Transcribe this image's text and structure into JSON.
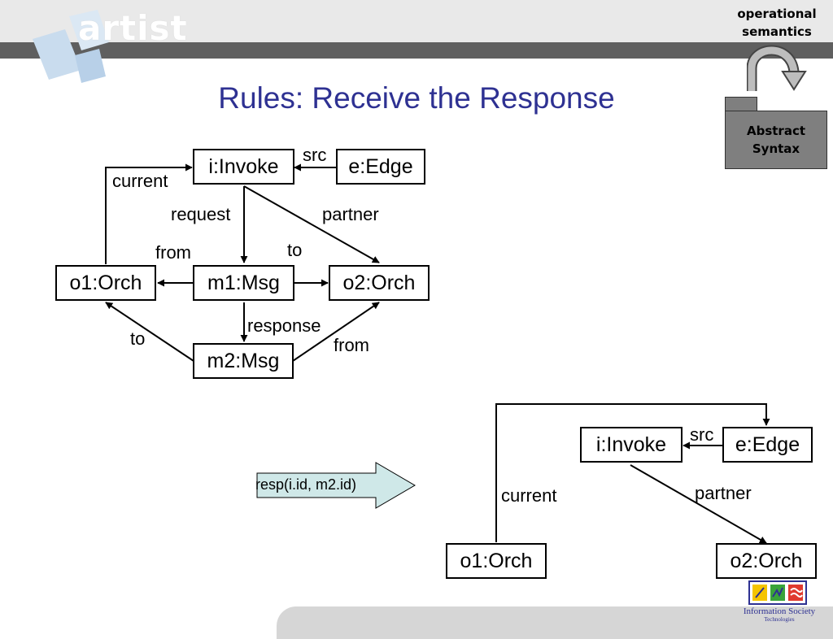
{
  "title": "Rules: Receive the Response",
  "logo": {
    "text": "artist",
    "icon": "artist-logo-icon"
  },
  "corner": {
    "operational_line1": "operational",
    "operational_line2": "semantics",
    "abstract_line1": "Abstract",
    "abstract_line2": "Syntax",
    "icon": "curved-arrow-icon"
  },
  "lhs": {
    "nodes": {
      "invoke": "i:Invoke",
      "edge": "e:Edge",
      "o1": "o1:Orch",
      "m1": "m1:Msg",
      "o2": "o2:Orch",
      "m2": "m2:Msg"
    },
    "edges": {
      "src": "src",
      "current": "current",
      "request": "request",
      "partner": "partner",
      "from1": "from",
      "to1": "to",
      "response": "response",
      "to2": "to",
      "from2": "from"
    }
  },
  "rule": {
    "label": "resp(i.id, m2.id)",
    "fill": "#cfe8e8"
  },
  "rhs": {
    "nodes": {
      "invoke": "i:Invoke",
      "edge": "e:Edge",
      "o1": "o1:Orch",
      "o2": "o2:Orch"
    },
    "edges": {
      "src": "src",
      "partner": "partner",
      "current": "current"
    }
  },
  "footer": {
    "ist_line1": "Information Society",
    "ist_line2": "Technologies",
    "icon": "ist-logo-icon"
  },
  "colors": {
    "title": "#2e3192",
    "stripe": "#5f5f5f",
    "abstract_box": "#7f7f7f"
  }
}
